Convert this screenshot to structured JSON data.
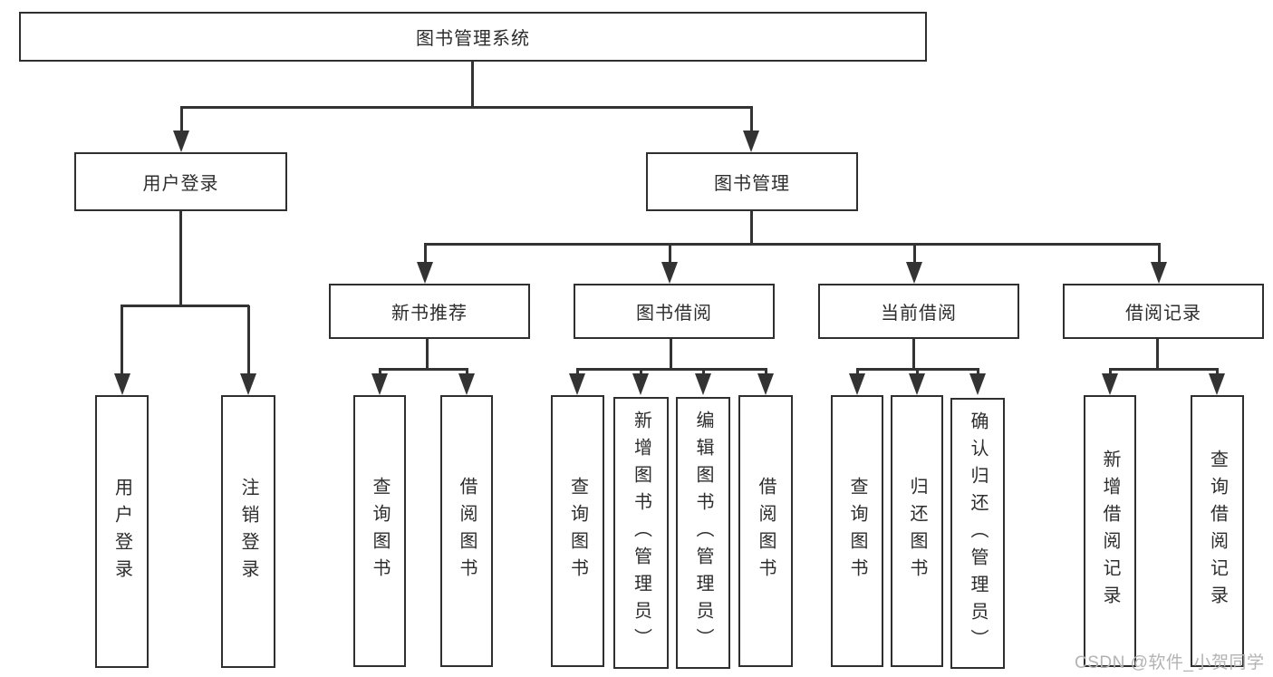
{
  "tree": {
    "root": {
      "label": "图书管理系统",
      "children": [
        {
          "label": "用户登录",
          "children": [
            {
              "label": "用户登录"
            },
            {
              "label": "注销登录"
            }
          ]
        },
        {
          "label": "图书管理",
          "children": [
            {
              "label": "新书推荐",
              "children": [
                {
                  "label": "查询图书"
                },
                {
                  "label": "借阅图书"
                }
              ]
            },
            {
              "label": "图书借阅",
              "children": [
                {
                  "label": "查询图书"
                },
                {
                  "label": "新增图书（管理员）"
                },
                {
                  "label": "编辑图书（管理员）"
                },
                {
                  "label": "借阅图书"
                }
              ]
            },
            {
              "label": "当前借阅",
              "children": [
                {
                  "label": "查询图书"
                },
                {
                  "label": "归还图书"
                },
                {
                  "label": "确认归还（管理员）"
                }
              ]
            },
            {
              "label": "借阅记录",
              "children": [
                {
                  "label": "新增借阅记录"
                },
                {
                  "label": "查询借阅记录"
                }
              ]
            }
          ]
        }
      ]
    }
  },
  "watermark": {
    "text": "CSDN @软件_小贺同学"
  },
  "colors": {
    "line": "#333333",
    "border": "#2f2f2f",
    "text": "#2d2d2d",
    "watermark": "#b3b3b3",
    "background": "#ffffff"
  }
}
